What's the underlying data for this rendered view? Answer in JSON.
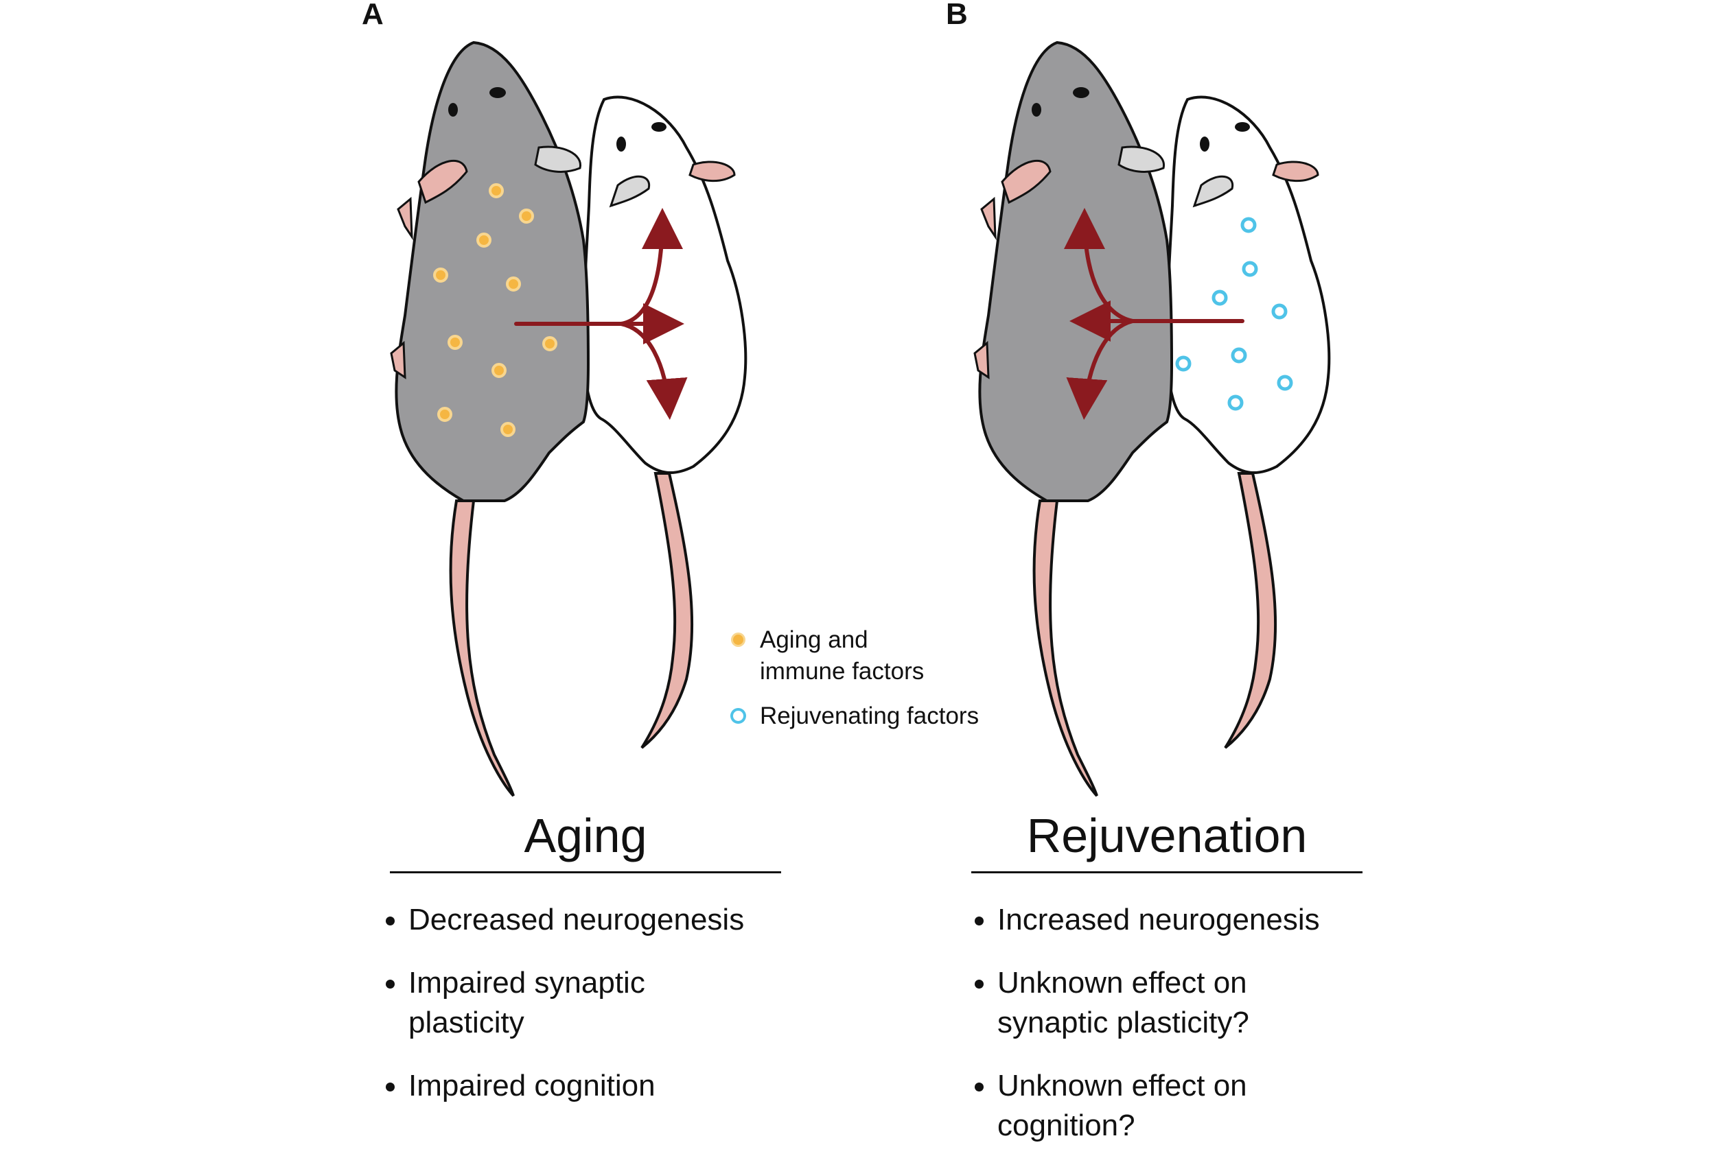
{
  "panels": [
    {
      "label": "A",
      "heading": "Aging",
      "bullets": [
        "Decreased neurogenesis",
        "Impaired synaptic\nplasticity",
        "Impaired cognition"
      ]
    },
    {
      "label": "B",
      "heading": "Rejuvenation",
      "bullets": [
        "Increased neurogenesis",
        "Unknown effect on\nsynaptic plasticity?",
        "Unknown effect on\ncognition?"
      ]
    }
  ],
  "legend": [
    {
      "label": "Aging and\nimmune factors",
      "color": "#f5b642"
    },
    {
      "label": "Rejuvenating factors",
      "color": "#4fc3e8"
    }
  ],
  "colors": {
    "old_mouse_fur": "#9a9a9c",
    "young_mouse_fur": "#ffffff",
    "ear_tail_pink": "#e8b4ad",
    "arrow": "#8b1a1f",
    "aging_factor": "#f5b642",
    "rejuvenating_factor": "#4fc3e8"
  }
}
